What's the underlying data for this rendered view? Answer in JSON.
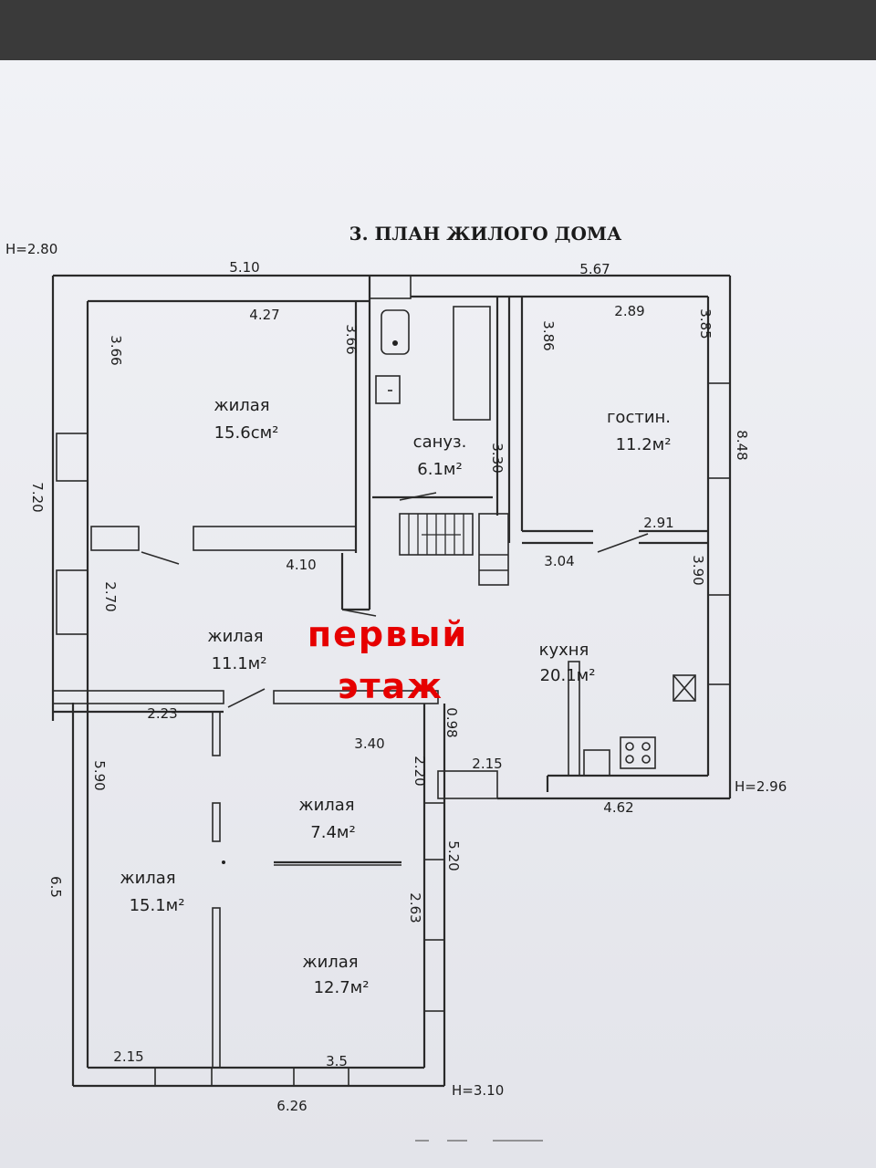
{
  "title": "3. ПЛАН ЖИЛОГО ДОМА",
  "overlay": {
    "line1": "первый",
    "line2": "этаж"
  },
  "heights": {
    "h1": "Н=2.80",
    "h2": "Н=2.96",
    "h3": "Н=3.10"
  },
  "rooms": [
    {
      "name": "жилая",
      "area": "15.6см²"
    },
    {
      "name": "сануз.",
      "area": "6.1м²"
    },
    {
      "name": "гостин.",
      "area": "11.2м²"
    },
    {
      "name": "жилая",
      "area": "11.1м²"
    },
    {
      "name": "кухня",
      "area": "20.1м²"
    },
    {
      "name": "жилая",
      "area": "7.4м²"
    },
    {
      "name": "жилая",
      "area": "15.1м²"
    },
    {
      "name": "жилая",
      "area": "12.7м²"
    }
  ],
  "dimensions": {
    "top_left": "5.10",
    "top_right": "5.67",
    "d427": "4.27",
    "d366a": "3.66",
    "d366b": "3.66",
    "d289": "2.89",
    "d386": "3.86",
    "d385": "3.85",
    "d848": "8.48",
    "d330": "3.30",
    "d720": "7.20",
    "d410": "4.10",
    "d270": "2.70",
    "d291": "2.91",
    "d304": "3.04",
    "d390": "3.90",
    "d223": "2.23",
    "d340": "3.40",
    "d098": "0.98",
    "d220": "2.20",
    "d215a": "2.15",
    "d590": "5.90",
    "d462": "4.62",
    "d520": "5.20",
    "d65": "6.5",
    "d263": "2.63",
    "d215b": "2.15",
    "d35": "3.5",
    "d626": "6.26"
  }
}
